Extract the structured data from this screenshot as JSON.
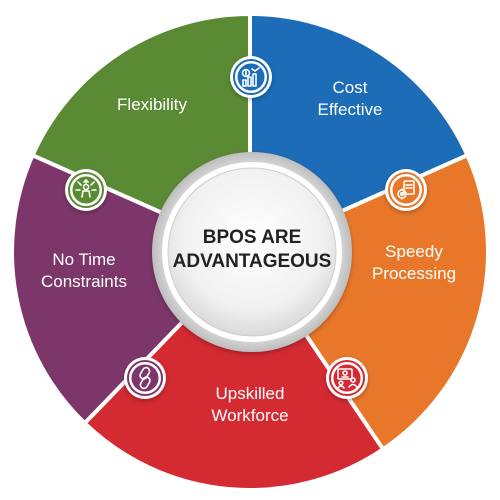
{
  "center": {
    "line1": "BPOS ARE",
    "line2": "ADVANTAGEOUS"
  },
  "segments": [
    {
      "id": "cost-effective",
      "label_lines": [
        "Cost",
        "Effective"
      ],
      "color": "#1d6cb8",
      "icon": "money-chart-icon"
    },
    {
      "id": "speedy-processing",
      "label_lines": [
        "Speedy",
        "Processing"
      ],
      "color": "#e8772a",
      "icon": "gears-document-icon"
    },
    {
      "id": "upskilled-workforce",
      "label_lines": [
        "Upskilled",
        "Workforce"
      ],
      "color": "#d42a32",
      "icon": "workforce-screen-icon"
    },
    {
      "id": "no-time-constraints",
      "label_lines": [
        "No Time",
        "Constraints"
      ],
      "color": "#7d3669",
      "icon": "chain-link-icon"
    },
    {
      "id": "flexibility",
      "label_lines": [
        "Flexibility"
      ],
      "color": "#5b8a35",
      "icon": "person-arrows-icon"
    }
  ]
}
